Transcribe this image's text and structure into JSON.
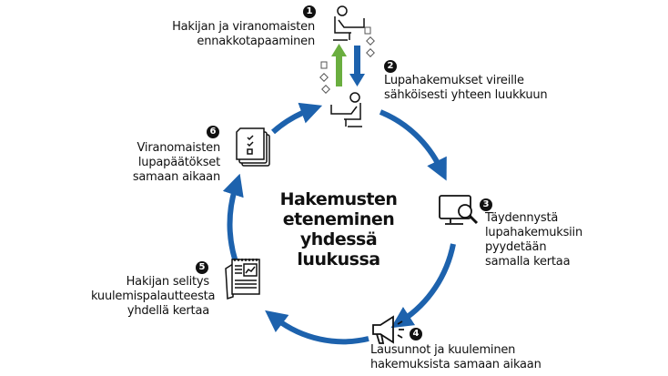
{
  "title": [
    "Hakemusten",
    "eteneminen",
    "yhdessä luukussa"
  ],
  "steps": [
    {
      "number": "1",
      "lines": [
        "Hakijan ja viranomaisten",
        "ennakkotapaaminen"
      ]
    },
    {
      "number": "2",
      "lines": [
        "Lupahakemukset vireille",
        "sähköisesti yhteen luukkuun"
      ]
    },
    {
      "number": "3",
      "lines": [
        "Täydennystä",
        "lupahakemuksiin",
        "pyydetään",
        "samalla kertaa"
      ]
    },
    {
      "number": "4",
      "lines": [
        "Lausunnot ja kuuleminen",
        "hakemuksista samaan aikaan"
      ]
    },
    {
      "number": "5",
      "lines": [
        "Hakijan selitys",
        "kuulemispalautteesta",
        "yhdellä kertaa"
      ]
    },
    {
      "number": "6",
      "lines": [
        "Viranomaisten",
        "lupapäätökset",
        "samaan aikaan"
      ]
    }
  ],
  "colors": {
    "arrow": "#1d62ad",
    "up_arrow": "#6aae3f",
    "down_arrow": "#1d62ad"
  }
}
